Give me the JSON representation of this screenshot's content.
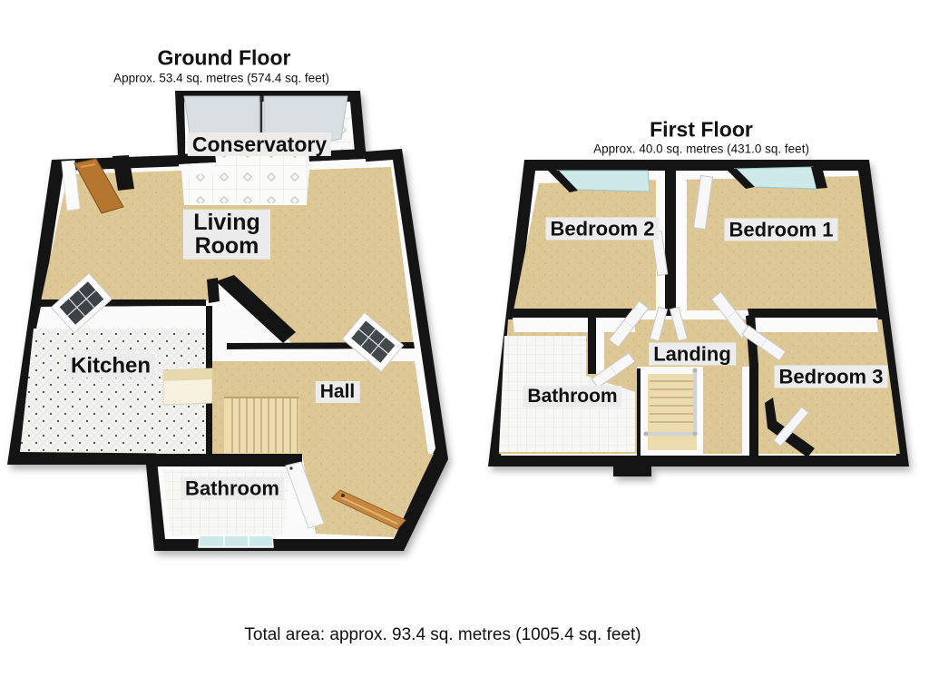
{
  "colors": {
    "background": "#ffffff",
    "wall": "#141414",
    "wall_face": "#fbfbfb",
    "floor_tan": "#dcc795",
    "floor_tile": "#f5f5f3",
    "glass": "#cde9e9",
    "roof_glass": "#d8dee2",
    "door_wood": "#c0803c",
    "stair": "#ecdcae",
    "label_bg": "#ececec",
    "text": "#111111"
  },
  "ground_floor": {
    "title": "Ground Floor",
    "area_label": "Approx. 53.4 sq. metres (574.4 sq. feet)",
    "rooms": {
      "conservatory": {
        "label": "Conservatory"
      },
      "living_room": {
        "label": "Living Room"
      },
      "kitchen": {
        "label": "Kitchen"
      },
      "hall": {
        "label": "Hall"
      },
      "bathroom": {
        "label": "Bathroom"
      }
    }
  },
  "first_floor": {
    "title": "First Floor",
    "area_label": "Approx. 40.0 sq. metres (431.0 sq. feet)",
    "rooms": {
      "bedroom_2": {
        "label": "Bedroom 2"
      },
      "bedroom_1": {
        "label": "Bedroom 1"
      },
      "landing": {
        "label": "Landing"
      },
      "bathroom": {
        "label": "Bathroom"
      },
      "bedroom_3": {
        "label": "Bedroom 3"
      }
    }
  },
  "footer": {
    "total_area": "Total area: approx. 93.4 sq. metres (1005.4 sq. feet)"
  }
}
